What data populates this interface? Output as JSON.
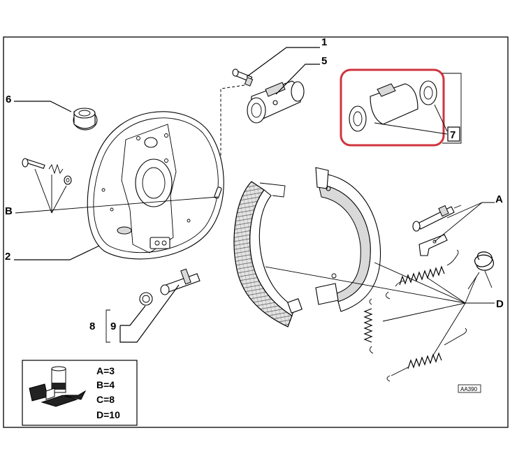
{
  "callouts": {
    "c1": "1",
    "c5": "5",
    "c6": "6",
    "c7": "7",
    "cA": "A",
    "cB": "B",
    "c2": "2",
    "cD": "D",
    "c8": "8",
    "c9": "9"
  },
  "legend": {
    "items": [
      "A=3",
      "B=4",
      "C=8",
      "D=10"
    ]
  },
  "drawing_code": "AA390",
  "colors": {
    "highlight": "#d0343f",
    "line": "#000000",
    "background": "#ffffff"
  }
}
